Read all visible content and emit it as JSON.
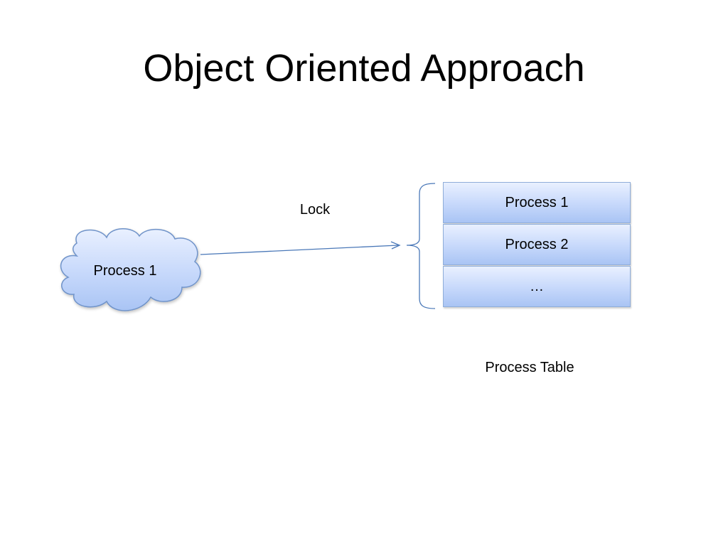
{
  "title": "Object Oriented Approach",
  "cloud": {
    "label": "Process 1"
  },
  "connector": {
    "label": "Lock"
  },
  "process_table": {
    "rows": [
      "Process 1",
      "Process 2",
      "…"
    ],
    "caption": "Process Table"
  },
  "colors": {
    "shape_fill_light": "#e9f0ff",
    "shape_fill_dark": "#a9c4f4",
    "shape_border": "#8fadd9",
    "connector": "#4a78b8"
  }
}
